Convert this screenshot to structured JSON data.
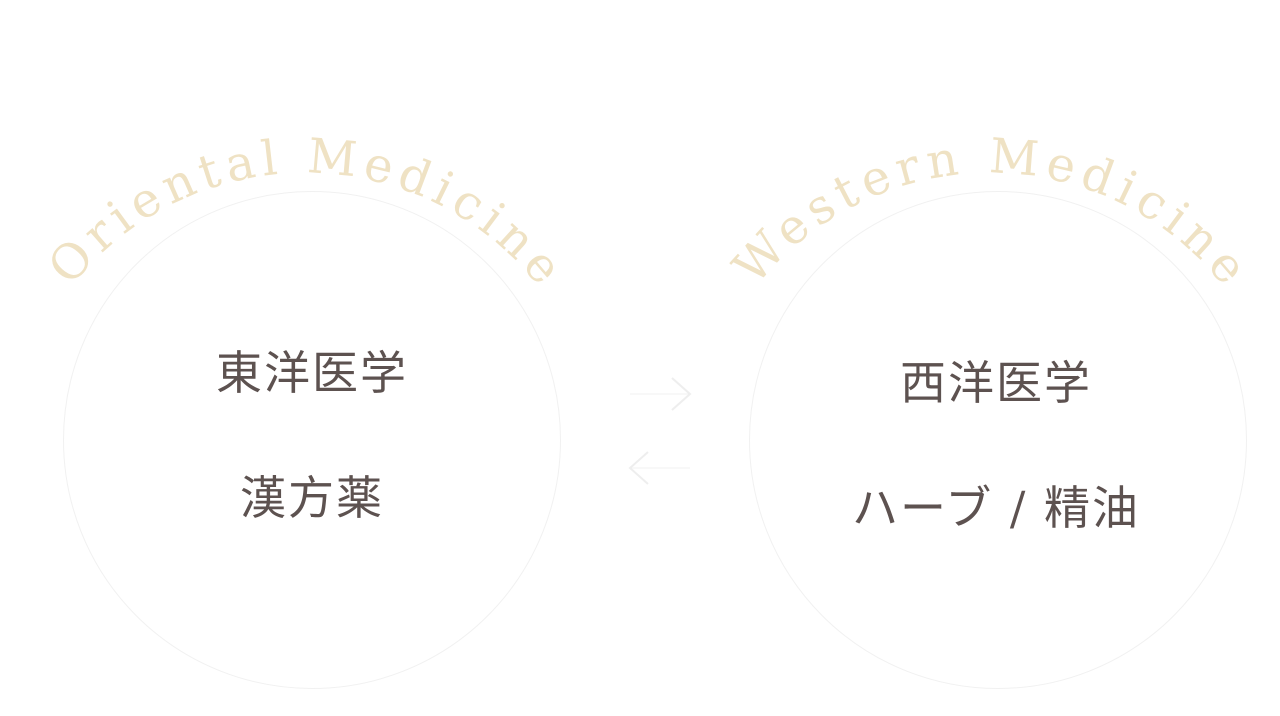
{
  "left": {
    "arc_title": "Oriental Medicine",
    "line1": "東洋医学",
    "line2": "漢方薬"
  },
  "right": {
    "arc_title": "Western Medicine",
    "line1": "西洋医学",
    "line2": "ハーブ / 精油"
  },
  "colors": {
    "arc_text": "#efe2c4",
    "body_text": "#5d5250"
  }
}
